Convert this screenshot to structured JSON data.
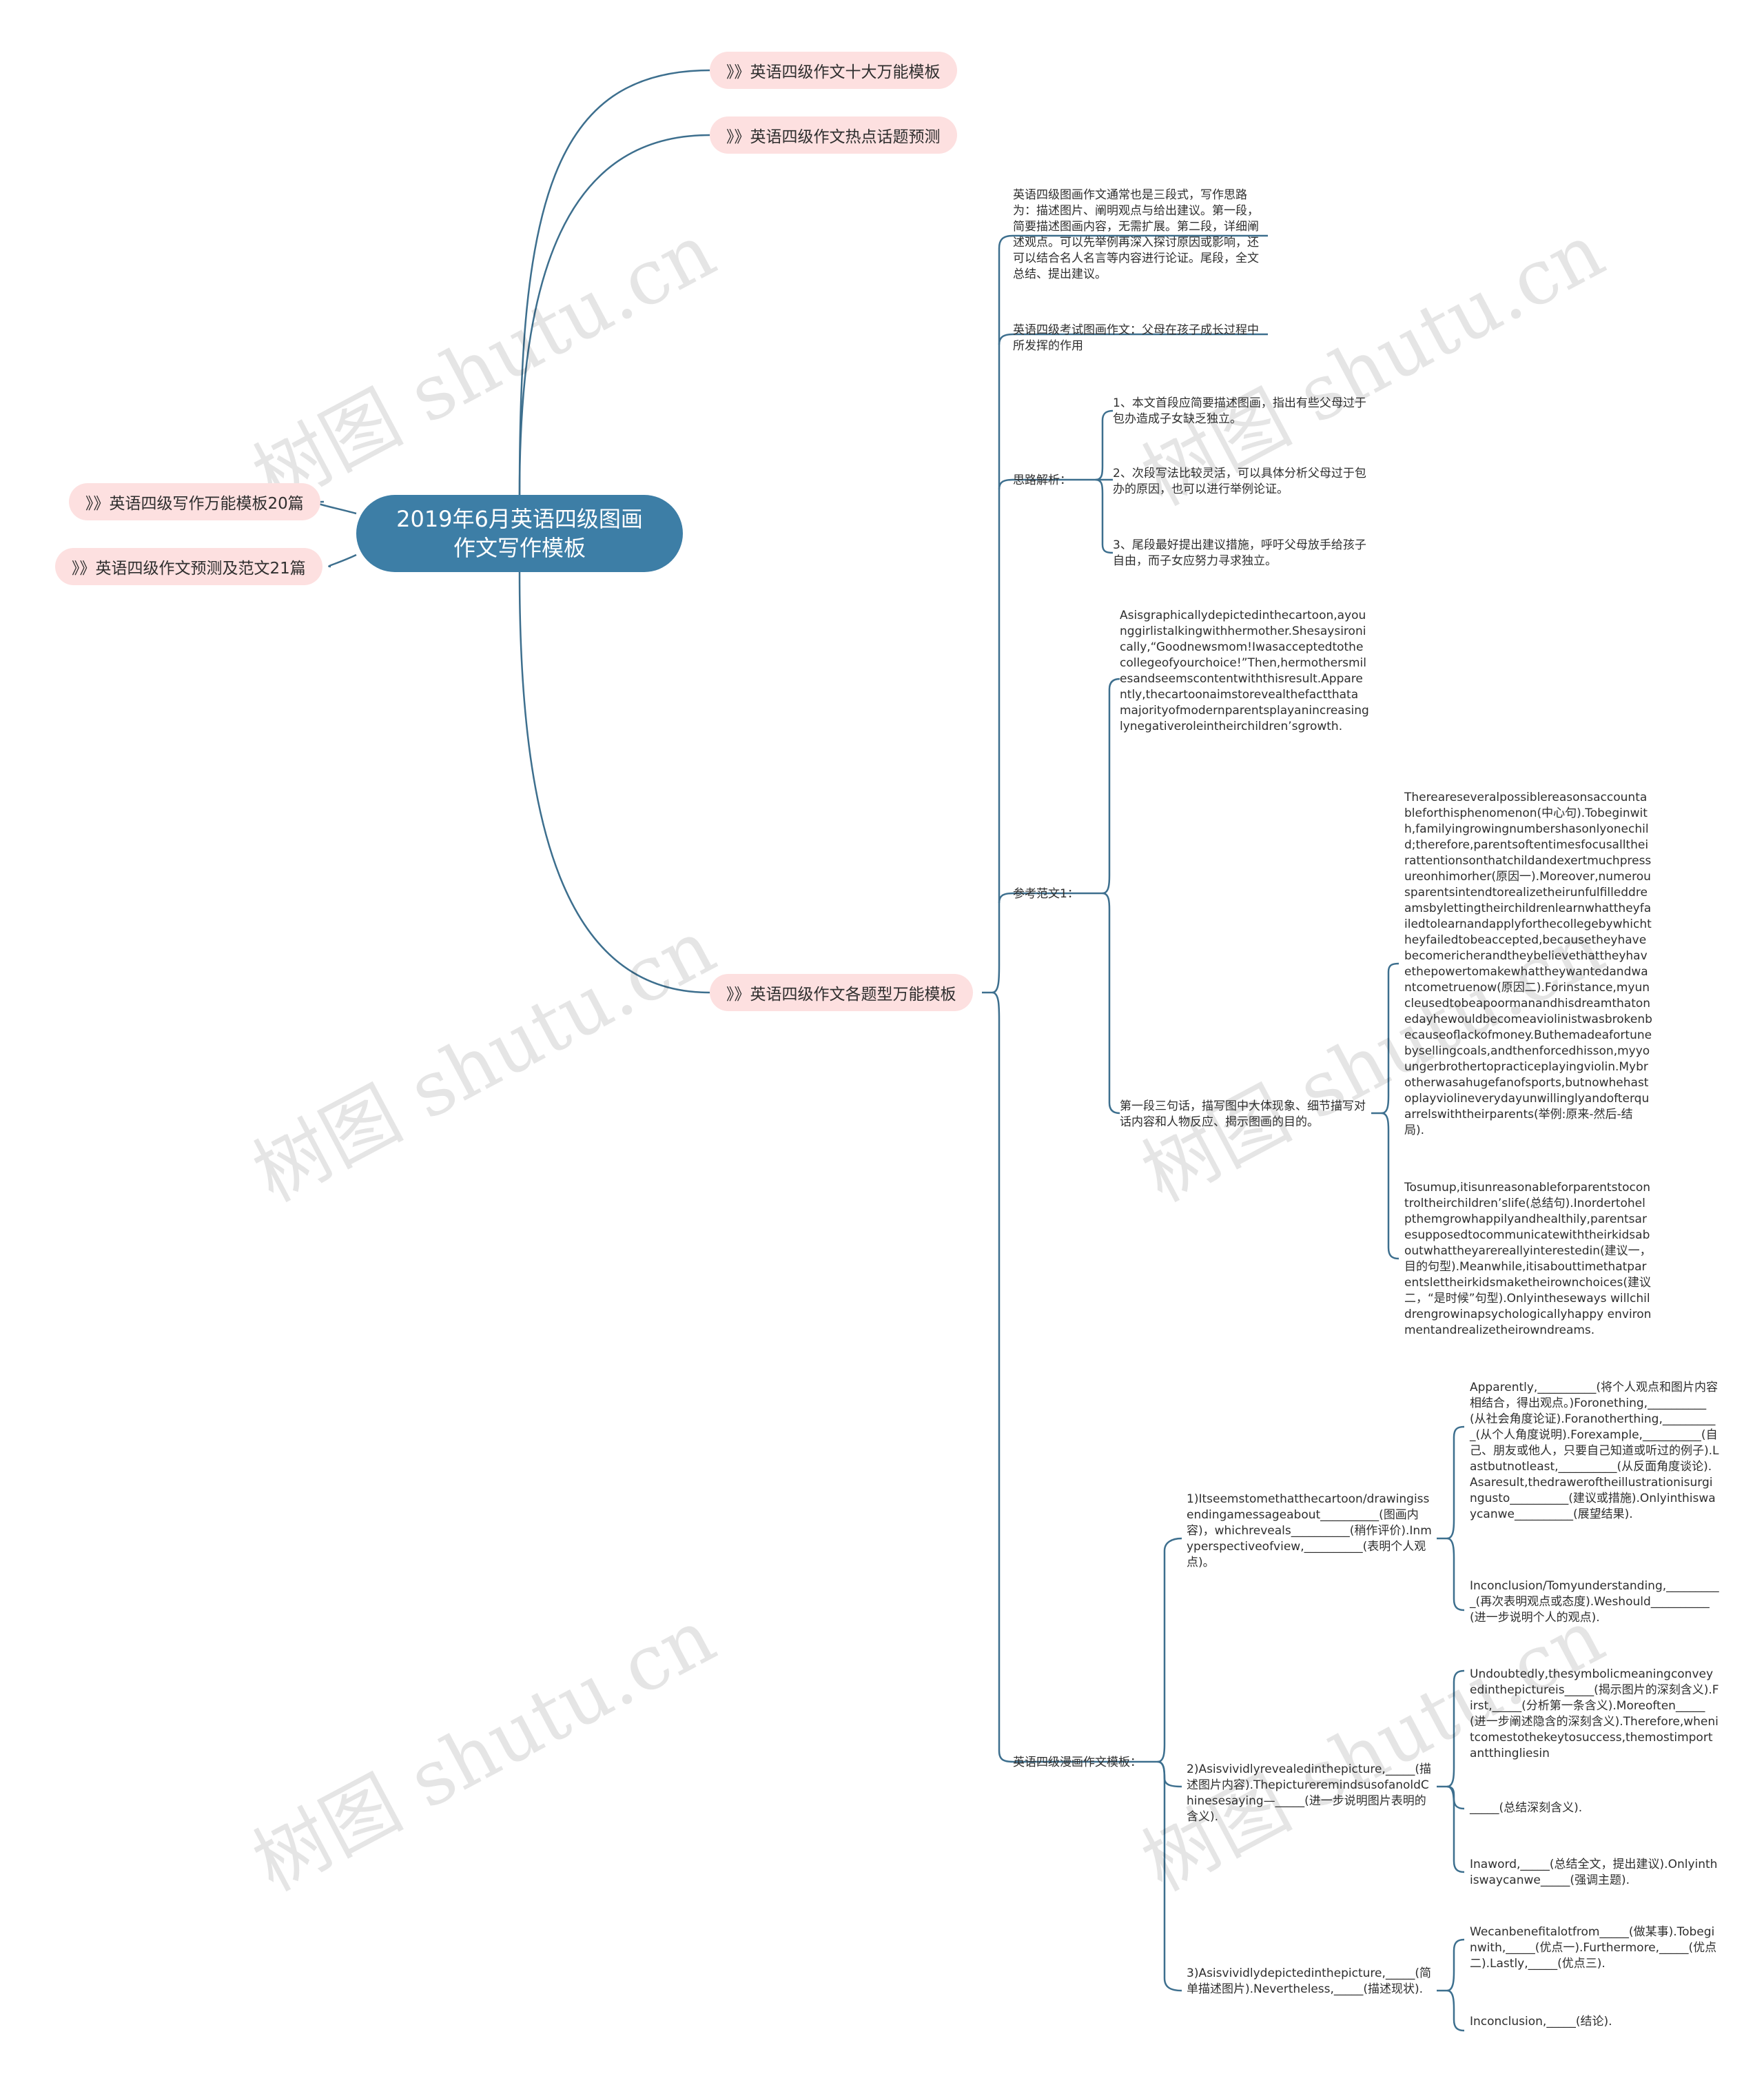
{
  "root": {
    "title": "2019年6月英语四级图画\n作文写作模板"
  },
  "watermark": "树图 shutu.cn",
  "colors": {
    "root_fill": "#3d7ea6",
    "pill_fill": "#fde0e0",
    "line": "#3d6f8e"
  },
  "branches": {
    "b1": "》》英语四级作文十大万能模板",
    "b2": "》》英语四级作文热点话题预测",
    "b3": "》》英语四级作文各题型万能模板",
    "l1": "》》英语四级写作万能模板20篇",
    "l2": "》》英语四级作文预测及范文21篇"
  },
  "nodes": {
    "intro": "英语四级图画作文通常也是三段式，写作思路为：描述图片、阐明观点与给出建议。第一段，简要描述图画内容，无需扩展。第二段，详细阐述观点。可以先举例再深入探讨原因或影响，还可以结合名人名言等内容进行论证。尾段，全文总结、提出建议。",
    "exam": "英语四级考试图画作文：父母在孩子成长过程中所发挥的作用",
    "analysis": "思路解析：",
    "a1": "1、本文首段应简要描述图画，指出有些父母过于包办造成子女缺乏独立。",
    "a2": "2、次段写法比较灵活，可以具体分析父母过于包办的原因，也可以进行举例论证。",
    "a3": "3、尾段最好提出建议措施，呼吁父母放手给孩子自由，而子女应努力寻求独立。",
    "sample": "参考范文1：",
    "s1": "Asisgraphicallydepictedinthecartoon,ayounggirlistalkingwithhermother.Shesaysironically,“Goodnewsmom!Iwasacceptedtothecollegeofyourchoice!”Then,hermothersmilesandseemscontentwiththisresult.Apparently,thecartoonaimstorevealthefactthatamajorityofmodernparentsplayanincreasinglynegativeroleintheirchildren’sgrowth.",
    "s2": "第一段三句话，描写图中大体现象、细节描写对话内容和人物反应、揭示图画的目的。",
    "s2a": "Thereareseveralpossiblereasonsaccountableforthisphenomenon(中心句).Tobeginwith,familyingrowingnumbershasonlyonechild;therefore,parentsoftentimesfocusalltheirattentionsonthatchildandexertmuchpressureonhimorher(原因一).Moreover,numerousparentsintendtorealizetheirunfulfilleddreamsbylettingtheirchildrenlearnwhattheyfailedtolearnandapplyforthecollegebywhichtheyfailedtobeaccepted,becausetheyhavebecomericherandtheybelievethattheyhavethepowertomakewhattheywantedandwantcometruenow(原因二).Forinstance,myuncleusedtobeapoormanandhisdreamthatonedayhewouldbecomeaviolinistwasbrokenbecauseoflackofmoney.Buthemadeafortunebysellingcoals,andthenforcedhisson,myyoungerbrothertopracticeplayingviolin.Mybrotherwasahugefanofsports,butnowhehastoplayviolineverydayunwillinglyandofterquarrelswiththeirparents(举例:原来-然后-结局).",
    "s2b": "Tosumup,itisunreasonableforparentstocontroltheirchildren’slife(总结句).Inordertohelpthemgrowhappilyandhealthily,parentsaresupposedtocommunicatewiththeirkidsaboutwhattheyarereallyinterestedin(建议一，目的句型).Meanwhile,itisabouttimethatparentslettheirkidsmaketheirownchoices(建议二，“是时候”句型).Onlyintheseways willchildrengrowinapsychologicallyhappy environmentandrealizetheirowndreams.",
    "comic": "英语四级漫画作文模板：",
    "c1": "1)Itseemstomethatthecartoon/drawingissendingamessageabout__________(图画内容)，whichreveals__________(稍作评价).Inmyperspectiveofview,__________(表明个人观点)。",
    "c1a": "Apparently,__________(将个人观点和图片内容相结合，得出观点。)Foronething,__________(从社会角度论证).Foranotherthing,__________(从个人角度说明).Forexample,__________(自己、朋友或他人，只要自己知道或听过的例子).Lastbutnotleast,__________(从反面角度谈论).Asaresult,thedraweroftheillustrationisurgingusto__________(建议或措施).Onlyinthiswaycanwe__________(展望结果).",
    "c1b": "Inconclusion/Tomyunderstanding,__________(再次表明观点或态度).Weshould__________(进一步说明个人的观点).",
    "c2": "2)Asisvividlyrevealedinthepicture,_____(描述图片内容).ThepictureremindsusofanoldChinesesaying—_____(进一步说明图片表明的含义).",
    "c2a": "Undoubtedly,thesymbolicmeaningconveyedinthepictureis_____(揭示图片的深刻含义).First,_____(分析第一条含义).Moreoften_____(进一步阐述隐含的深刻含义).Therefore,whenitcomestothekeytosuccess,themostimportantthingliesin",
    "c2b": "_____(总结深刻含义).",
    "c2c": "Inaword,_____(总结全文，提出建议).Onlyinthiswaycanwe_____(强调主题).",
    "c3": "3)Asisvividlydepictedinthepicture,_____(简单描述图片).Nevertheless,_____(描述现状).",
    "c3a": "Wecanbenefitalotfrom_____(做某事).Tobeginwith,_____(优点一).Furthermore,_____(优点二).Lastly,_____(优点三).",
    "c3b": "Inconclusion,_____(结论)."
  }
}
